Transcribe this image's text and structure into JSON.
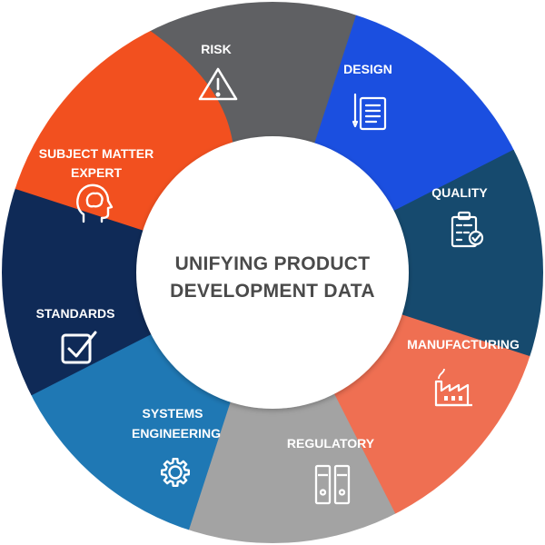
{
  "center": {
    "line1": "UNIFYING PRODUCT",
    "line2": "DEVELOPMENT DATA"
  },
  "segments": [
    {
      "key": "risk",
      "lines": [
        "RISK"
      ],
      "color": "#5f6063",
      "icon": "warning-icon"
    },
    {
      "key": "design",
      "lines": [
        "DESIGN"
      ],
      "color": "#1b4fe0",
      "icon": "document-pen-icon"
    },
    {
      "key": "quality",
      "lines": [
        "QUALITY"
      ],
      "color": "#164a6e",
      "icon": "clipboard-check-icon"
    },
    {
      "key": "manufacturing",
      "lines": [
        "MANUFACTURING"
      ],
      "color": "#ef6f52",
      "icon": "factory-icon"
    },
    {
      "key": "regulatory",
      "lines": [
        "REGULATORY"
      ],
      "color": "#a3a3a3",
      "icon": "binders-icon"
    },
    {
      "key": "systems-engineering",
      "lines": [
        "SYSTEMS",
        "ENGINEERING"
      ],
      "color": "#1f78b4",
      "icon": "gear-icon"
    },
    {
      "key": "standards",
      "lines": [
        "STANDARDS"
      ],
      "color": "#0f2a57",
      "icon": "checkbox-icon"
    },
    {
      "key": "subject-matter-expert",
      "lines": [
        "SUBJECT MATTER",
        "EXPERT"
      ],
      "color": "#f2501f",
      "icon": "head-brain-icon"
    }
  ]
}
